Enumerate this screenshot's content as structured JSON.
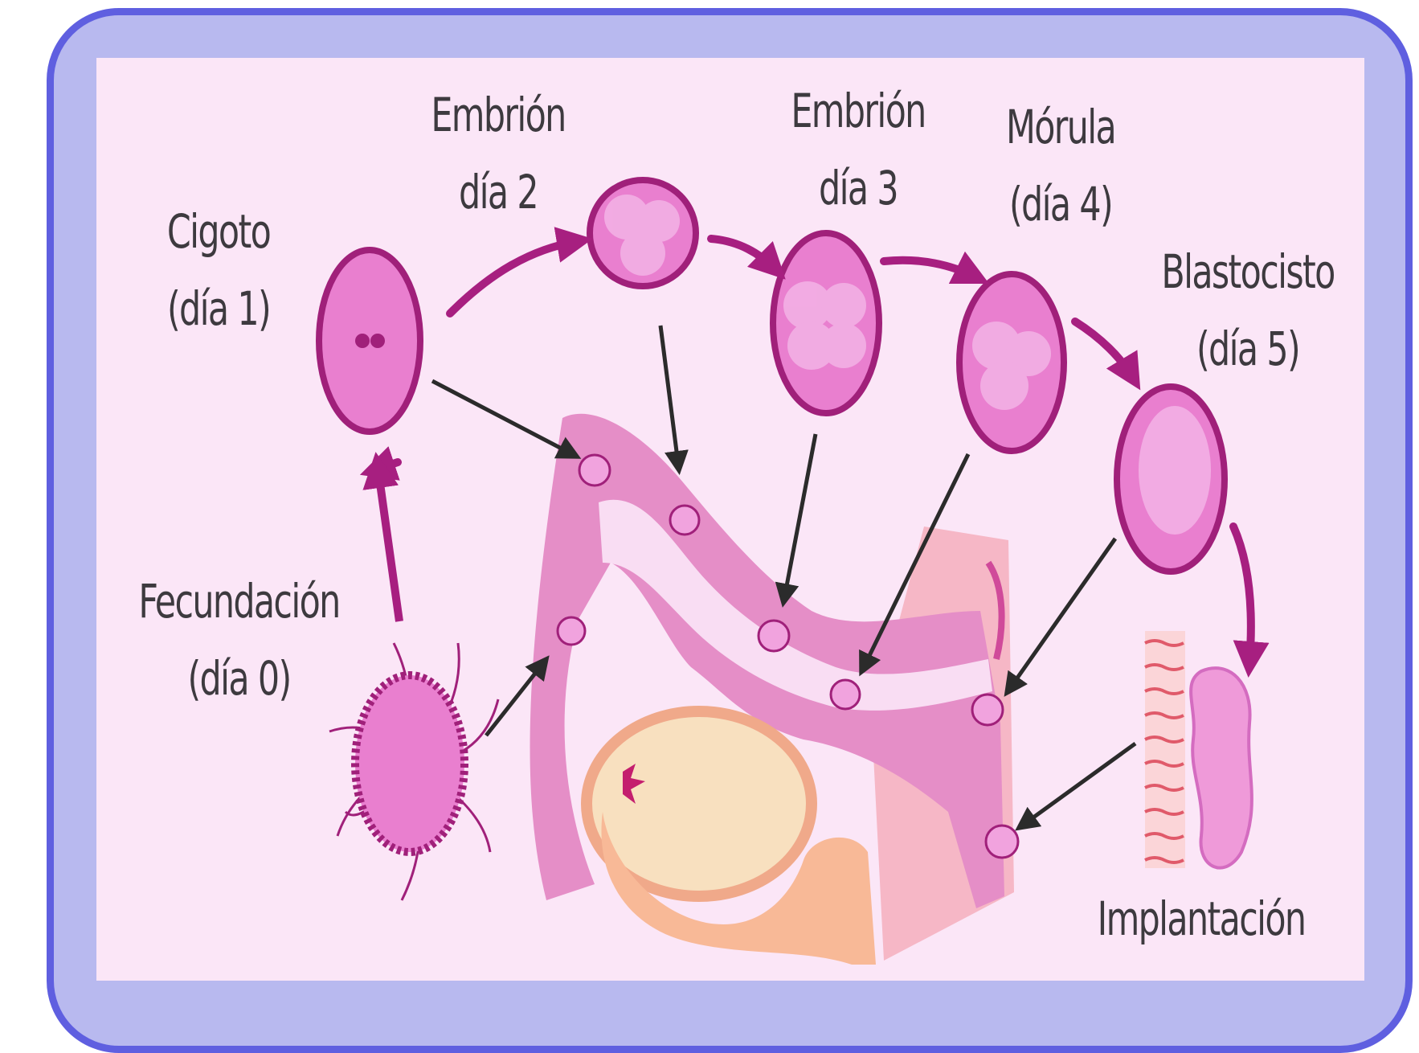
{
  "labels": {
    "cigoto": [
      "Cigoto",
      "(día 1)"
    ],
    "embrion2": [
      "Embrión",
      "día 2"
    ],
    "embrion3": [
      "Embrión",
      "día 3"
    ],
    "morula": [
      "Mórula",
      "(día 4)"
    ],
    "blastocisto": [
      "Blastocisto",
      "(día 5)"
    ],
    "fecundacion": [
      "Fecundación",
      "(día 0)"
    ],
    "implantacion": "Implantación"
  },
  "colors": {
    "frame_border": "#5f5fe0",
    "frame_fill": "#b8b9ef",
    "panel": "#fbe6f7",
    "cell_outline": "#a0207a",
    "cell_fill": "#e97fcf",
    "arrow_magenta": "#a71f80",
    "arrow_black": "#2b2b2b",
    "uterus": "#e58ec7",
    "ovary": "#f8e0bf"
  }
}
